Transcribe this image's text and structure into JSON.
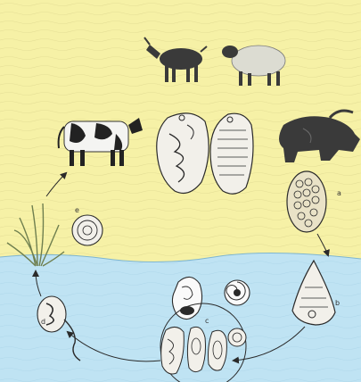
{
  "colors": {
    "land": "#f6f1a6",
    "water": "#bfe3f3",
    "ink": "#2a2a2a",
    "animal_dark": "#3a3a3a",
    "cow_white": "#f4f4f2",
    "sheep_wool": "#dcdcd2",
    "egg_fill": "#e9e2c7",
    "fluke_fill": "#f2f0ea",
    "grass": "#7a8a5a"
  },
  "hosts": {
    "definitive": [
      "goat",
      "sheep",
      "cow",
      "water-buffalo"
    ],
    "intermediate": [
      "snail-1",
      "snail-2"
    ]
  },
  "stage_labels": {
    "a": "a",
    "b": "b",
    "c": "c",
    "d": "d",
    "e": "e"
  },
  "icons": {
    "cycle_arrow": "arrow-icon",
    "grass": "grass-icon"
  }
}
